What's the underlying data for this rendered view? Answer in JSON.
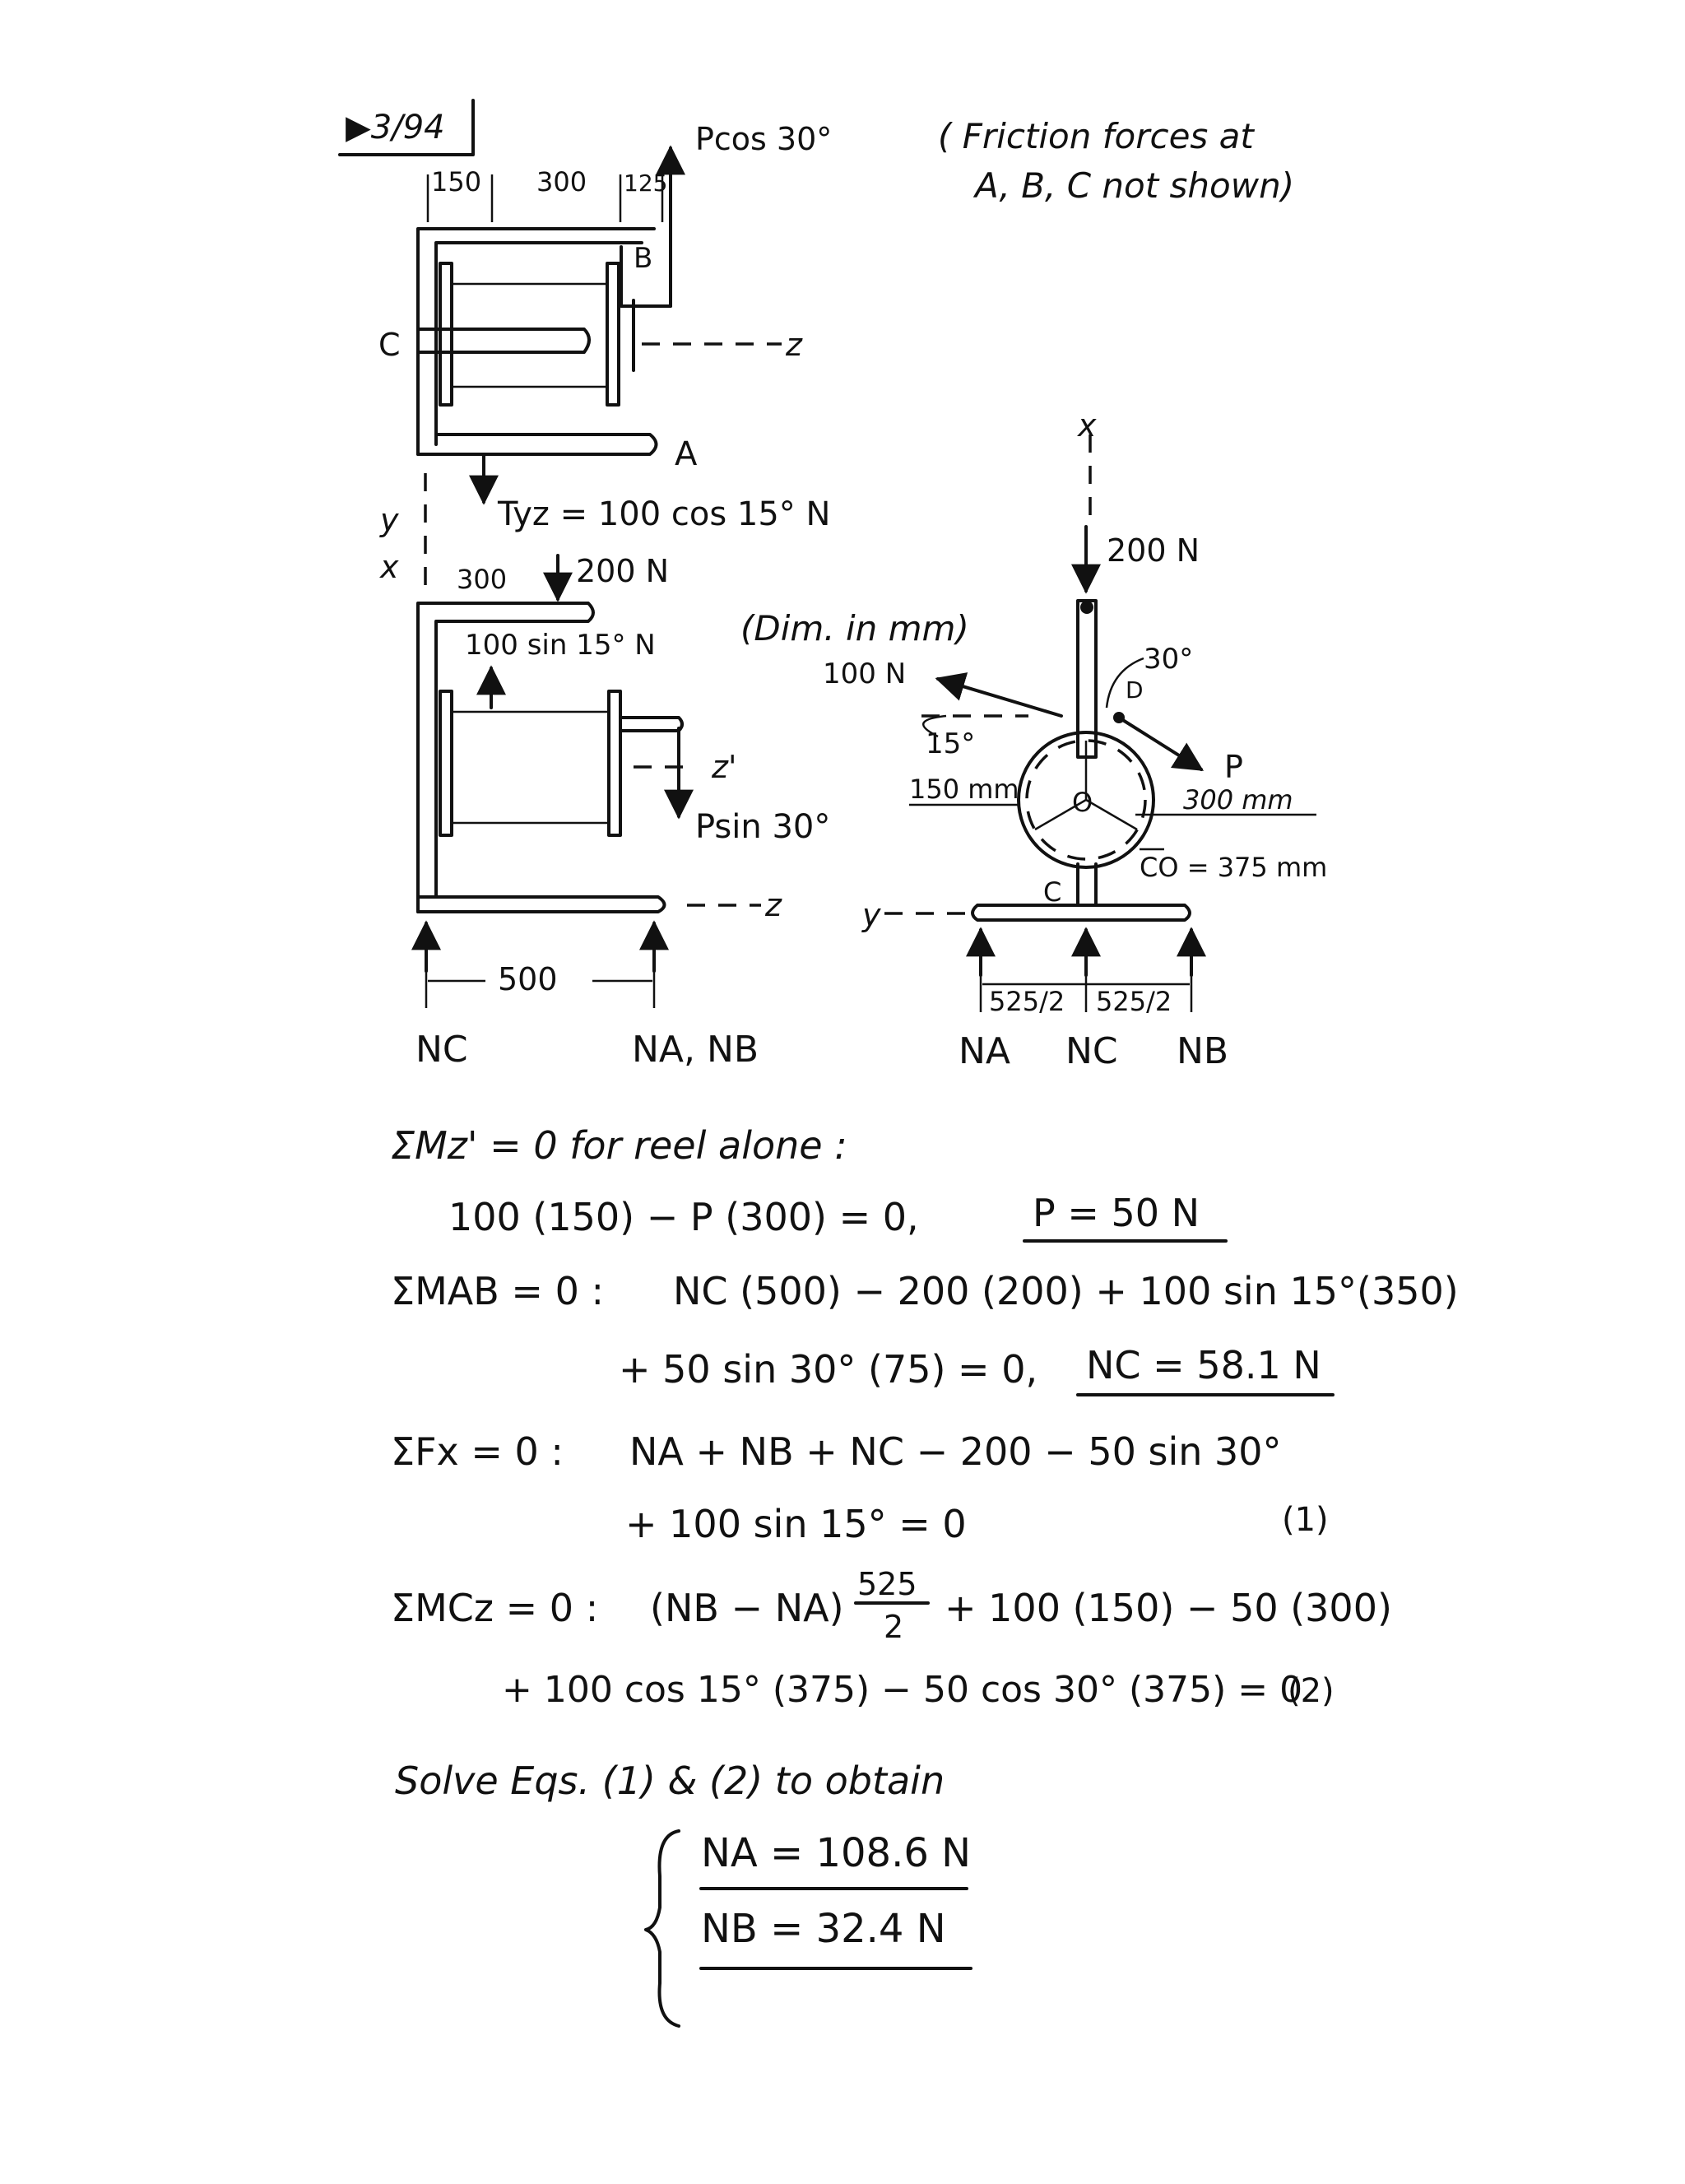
{
  "problem_number": "▶3/94",
  "note_line1": "( Friction forces at",
  "note_line2": "A, B, C not shown)",
  "dim_note": "(Dim. in mm)",
  "top_view": {
    "dim_150": "150",
    "dim_300": "300",
    "dim_125": "125",
    "force_pcos30": "Pcos 30°",
    "label_B": "B",
    "label_C": "C",
    "label_z": "z",
    "label_A": "A",
    "tension": "Tyz = 100 cos 15° N",
    "axis_y": "y",
    "axis_x": "x"
  },
  "side_view": {
    "dim_300": "300",
    "force_200": "200 N",
    "force_100sin15": "100 sin 15° N",
    "label_z_prime": "z'",
    "force_psin30": "Psin 30°",
    "label_z": "z",
    "dim_500": "500",
    "reaction_NC": "NC",
    "reaction_NANB": "NA, NB"
  },
  "end_view": {
    "axis_x": "x",
    "force_200": "200 N",
    "angle_30": "30°",
    "label_D": "D",
    "force_100": "100 N",
    "angle_15": "15°",
    "dim_150mm": "150 mm",
    "label_O": "O",
    "force_P": "P",
    "dim_300mm": "300 mm",
    "dim_CO": "CO = 375 mm",
    "label_C": "C",
    "axis_y": "y",
    "dim_half_1": "525/2",
    "dim_half_2": "525/2",
    "reaction_NA": "NA",
    "reaction_NC": "NC",
    "reaction_NB": "NB"
  },
  "equations": {
    "eq1_head": "ΣMz' = 0   for reel alone :",
    "eq1_body": "100 (150) − P (300) = 0,",
    "eq1_result": "P = 50 N",
    "eq2_head": "ΣMAB = 0 :",
    "eq2_body": "NC (500) − 200 (200) + 100 sin 15°(350)",
    "eq2_cont": "+ 50 sin 30° (75) = 0,",
    "eq2_result": "NC = 58.1 N",
    "eq3_head": "ΣFx = 0 :",
    "eq3_body": "NA + NB + NC − 200 − 50 sin 30°",
    "eq3_cont": "+ 100 sin 15° = 0",
    "eq3_num": "(1)",
    "eq4_head": "ΣMCz = 0 :",
    "eq4_body_a": "(NB − NA)",
    "eq4_frac_num": "525",
    "eq4_frac_den": "2",
    "eq4_body_b": "+ 100 (150) − 50 (300)",
    "eq4_cont": "+ 100 cos 15° (375) − 50 cos 30° (375) = 0",
    "eq4_num": "(2)",
    "solve_line": "Solve Eqs. (1) & (2) to obtain",
    "result_NA": "NA = 108.6 N",
    "result_NB": "NB = 32.4 N"
  }
}
